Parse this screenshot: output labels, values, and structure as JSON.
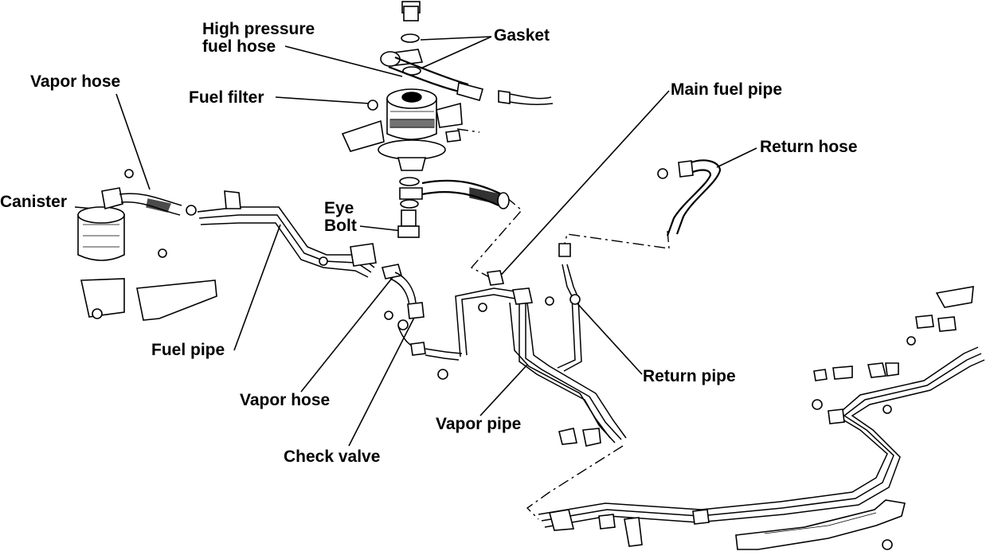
{
  "labels": {
    "high_pressure_fuel_hose_line1": "High pressure",
    "high_pressure_fuel_hose_line2": "fuel hose",
    "gasket": "Gasket",
    "vapor_hose_top": "Vapor hose",
    "fuel_filter": "Fuel filter",
    "main_fuel_pipe": "Main fuel pipe",
    "return_hose": "Return hose",
    "canister": "Canister",
    "eye_bolt_line1": "Eye",
    "eye_bolt_line2": "Bolt",
    "fuel_pipe": "Fuel pipe",
    "return_pipe": "Return pipe",
    "vapor_hose_bottom": "Vapor hose",
    "vapor_pipe": "Vapor pipe",
    "check_valve": "Check valve"
  }
}
